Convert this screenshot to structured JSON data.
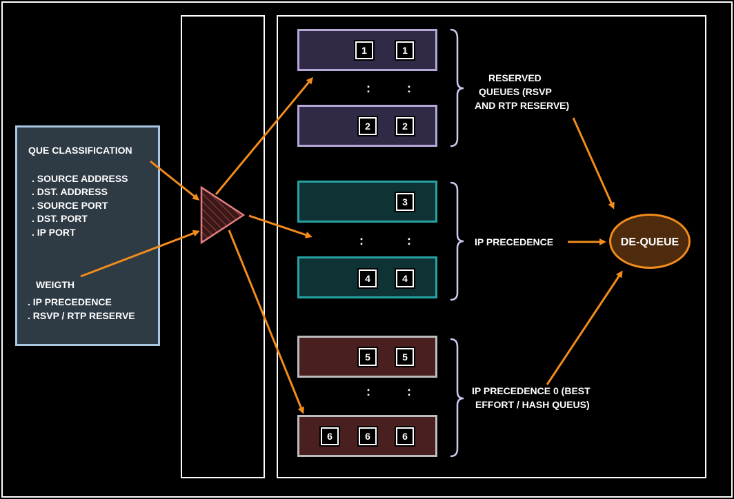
{
  "classification": {
    "title": "QUE CLASSIFICATION",
    "fields": [
      ". SOURCE ADDRESS",
      ". DST. ADDRESS",
      ". SOURCE PORT",
      ". DST. PORT",
      ". IP PORT"
    ],
    "weight_title": "WEIGTH",
    "weight_items": [
      ". IP PRECEDENCE",
      ". RSVP / RTP RESERVE"
    ]
  },
  "queue_groups": {
    "reserved": [
      "RESERVED",
      "QUEUES (RSVP",
      "AND RTP RESERVE)"
    ],
    "precedence": "IP PRECEDENCE",
    "best_effort": [
      "IP PRECEDENCE 0 (BEST",
      "EFFORT / HASH QUEUS)"
    ]
  },
  "queues": {
    "q1": [
      "1",
      "1"
    ],
    "q2": [
      "2",
      "2"
    ],
    "q3": [
      "3"
    ],
    "q4": [
      "4",
      "4"
    ],
    "q5": [
      "5",
      "5"
    ],
    "q6": [
      "6",
      "6",
      "6"
    ]
  },
  "dots": ":",
  "dequeue": "DE-QUEUE",
  "colors": {
    "arrow": "#f28c1c",
    "classifier_triangle": "#e57f7f",
    "reserved_queue": "#302a47",
    "precedence_queue": "#0f3334",
    "best_effort_queue": "#4a1f1f"
  }
}
